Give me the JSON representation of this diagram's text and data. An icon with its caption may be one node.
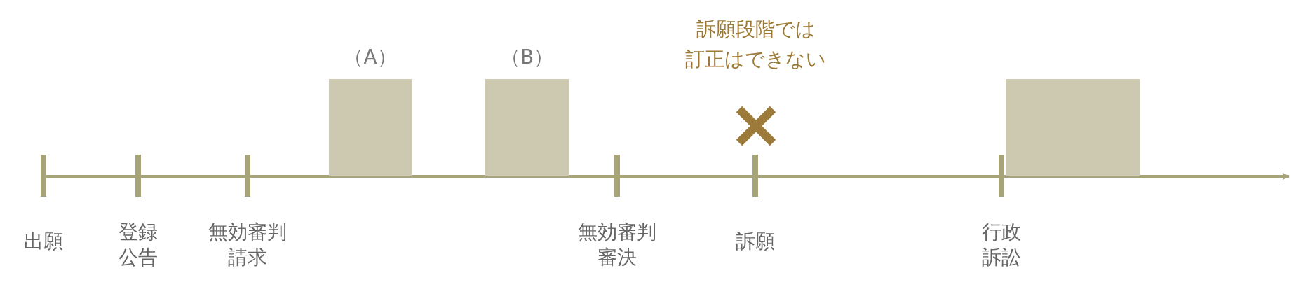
{
  "diagram": {
    "nodes": [
      {
        "text": [
          "（A）"
        ]
      },
      {
        "text": [
          "（B）"
        ]
      },
      {
        "text": [],
        "shape": "box"
      }
    ],
    "labels": [
      "訴願段階では訂正はできない",
      "出願",
      "登録公告",
      "無効審判請求",
      "無効審判審決",
      "訴願",
      "行政訴訟"
    ]
  }
}
